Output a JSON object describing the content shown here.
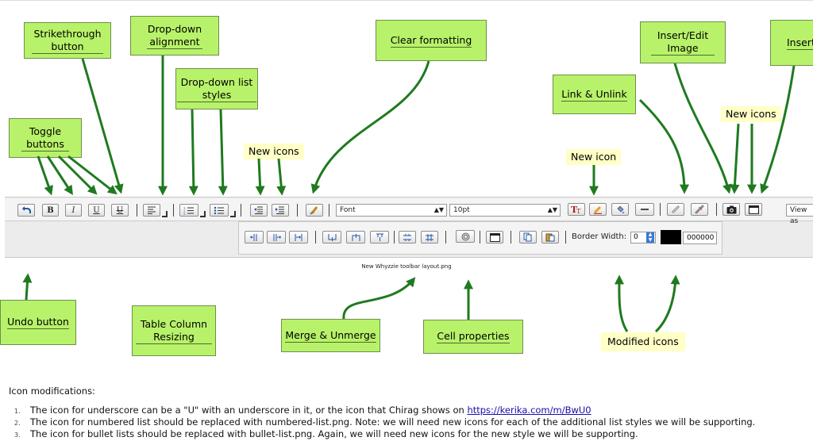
{
  "callouts": {
    "strikethrough": "Strikethrough button",
    "dropdown_alignment": "Drop-down alignment",
    "dropdown_list_styles": "Drop-down list styles",
    "clear_formatting": "Clear formatting",
    "toggle_buttons": "Toggle buttons",
    "link_unlink": "Link & Unlink",
    "insert_edit_image": "Insert/Edit Image",
    "insert_partial": "Insert",
    "undo_button": "Undo button",
    "table_column_resizing": "Table Column Resizing",
    "merge_unmerge": "Merge & Unmerge",
    "cell_properties": "Cell properties"
  },
  "notes": {
    "new_icons_left": "New icons",
    "new_icon_mid": "New icon",
    "new_icons_right": "New icons",
    "modified_icons": "Modified icons"
  },
  "caption": "New Whyzzie toolbar layout.png",
  "toolbar": {
    "bold": "B",
    "italic": "I",
    "underline": "U",
    "strikethrough": "U",
    "font_select": "Font",
    "size_select": "10pt",
    "view_as": "View as",
    "border_width_label": "Border Width:",
    "border_width_value": "0",
    "border_color_hex": "000000",
    "border_color_swatch": "#000000"
  },
  "colors": {
    "callout_bg": "#b8f26a",
    "note_bg": "#ffffc6",
    "arrow": "#1f7a1f"
  },
  "text": {
    "heading": "Icon modifications:",
    "items": [
      {
        "num": "1.",
        "text": "The icon for underscore can be a \"U\" with an underscore in it, or the icon that Chirag shows on ",
        "link": "https://kerika.com/m/BwU0",
        "after": ""
      },
      {
        "num": "2.",
        "text": "The icon for numbered list should be replaced with numbered-list.png.  Note: we will need new icons for each of the additional list styles we will be supporting.",
        "link": "",
        "after": ""
      },
      {
        "num": "3.",
        "text": "The icon for bullet lists should be replaced with bullet-list.png.  Again, we will need new icons for the new style we will be supporting.",
        "link": "",
        "after": ""
      }
    ]
  }
}
